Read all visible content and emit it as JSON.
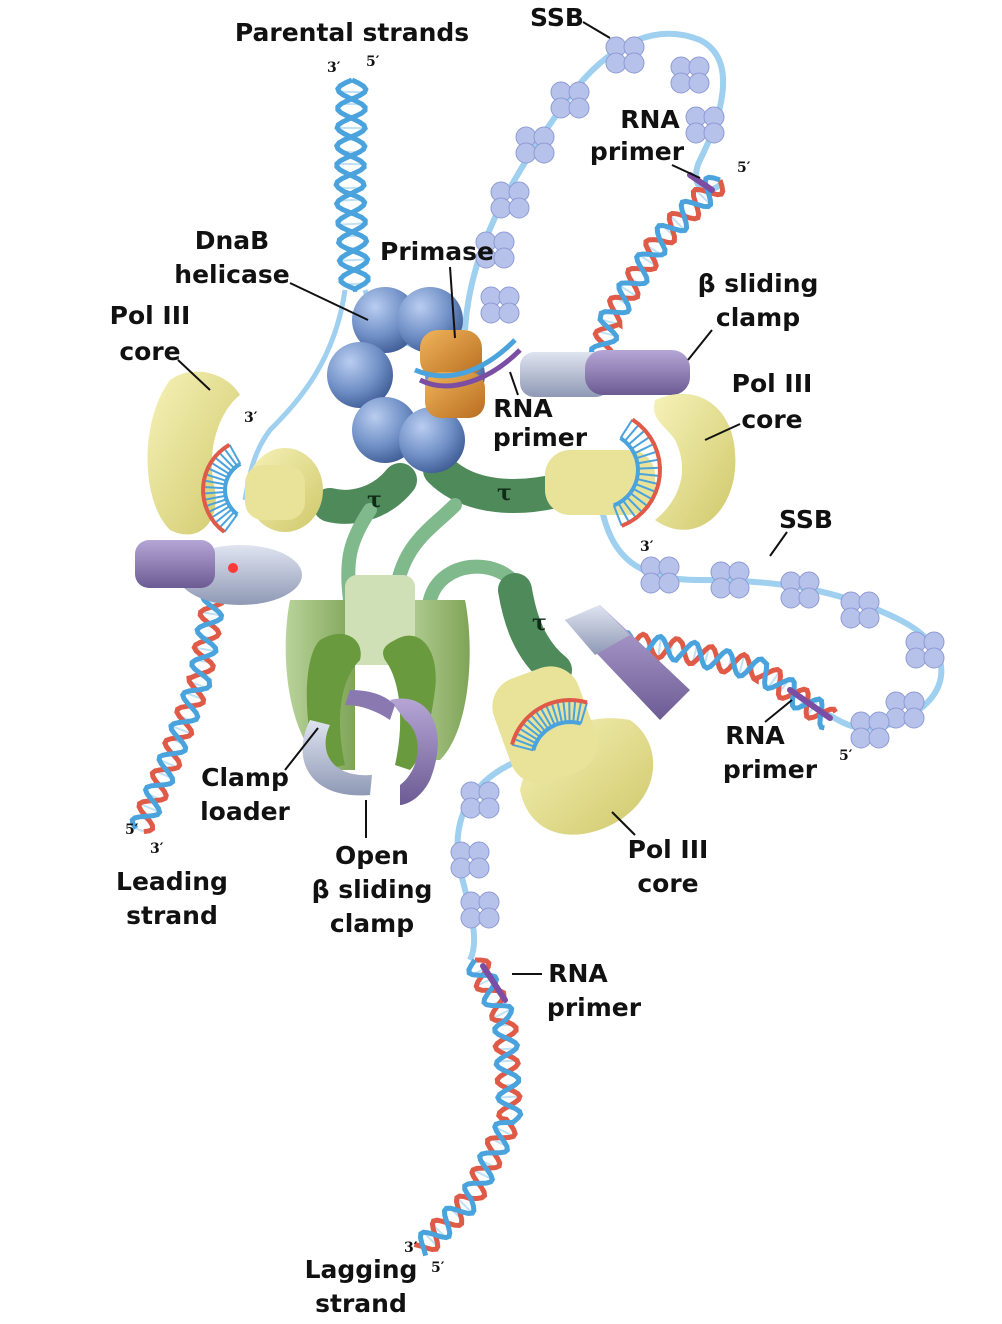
{
  "labels": {
    "parental_strands": "Parental strands",
    "ssb_top": "SSB",
    "ssb_right": "SSB",
    "rna_primer_top_1": "RNA",
    "rna_primer_top_2": "primer",
    "dnab_1": "DnaB",
    "dnab_2": "helicase",
    "primase": "Primase",
    "beta_clamp_1": "β sliding",
    "beta_clamp_2": "clamp",
    "pol3_left_1": "Pol III",
    "pol3_left_2": "core",
    "pol3_right_1": "Pol III",
    "pol3_right_2": "core",
    "pol3_bottom_1": "Pol III",
    "pol3_bottom_2": "core",
    "rna_primer_mid_1": "RNA",
    "rna_primer_mid_2": "primer",
    "rna_primer_right_1": "RNA",
    "rna_primer_right_2": "primer",
    "rna_primer_low_1": "RNA",
    "rna_primer_low_2": "primer",
    "clamp_loader_1": "Clamp",
    "clamp_loader_2": "loader",
    "open_clamp_1": "Open",
    "open_clamp_2": "β sliding",
    "open_clamp_3": "clamp",
    "leading_1": "Leading",
    "leading_2": "strand",
    "lagging_1": "Lagging",
    "lagging_2": "strand",
    "tau": "τ"
  },
  "ends": {
    "parental_3": "3′",
    "parental_5": "5′",
    "top_primer_5": "5′",
    "left_core_3": "3′",
    "right_core_3": "3′",
    "right_primer_5": "5′",
    "leading_5": "5′",
    "leading_3": "3′",
    "lagging_3": "3′",
    "lagging_5": "5′"
  },
  "colors": {
    "dna_blue": "#4aa3dc",
    "dna_red": "#e05a48",
    "rna_purple": "#7b4ea3",
    "helicase": "#6f8fc6",
    "primase": "#d2892e",
    "pol3": "#e5df8c",
    "clamp_purple": "#8a78b0",
    "clamp_grey": "#aab3cc",
    "tau_green": "#5f9a6a",
    "loader_green": "#8fb36a",
    "ssb": "#b7c2ea"
  }
}
